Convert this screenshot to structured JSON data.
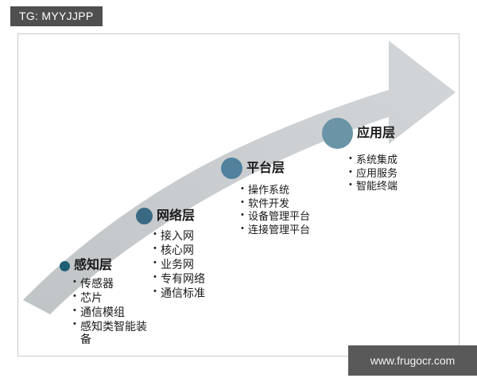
{
  "badge": {
    "text": "TG: MYYJJPP"
  },
  "watermark": {
    "text": "www.frugocr.com"
  },
  "diagram": {
    "arrow_color": "#c9cdcf",
    "groups": [
      {
        "key": "perception",
        "title": "感知层",
        "dot_color": "#1f5f74",
        "dot_size": 13,
        "items": [
          "传感器",
          "芯片",
          "通信模组",
          "感知类智能装备"
        ]
      },
      {
        "key": "network",
        "title": "网络层",
        "dot_color": "#3a6a83",
        "dot_size": 21,
        "items": [
          "接入网",
          "核心网",
          "业务网",
          "专有网络",
          "通信标准"
        ]
      },
      {
        "key": "platform",
        "title": "平台层",
        "dot_color": "#52819d",
        "dot_size": 27,
        "items": [
          "操作系统",
          "软件开发",
          "设备管理平台",
          "连接管理平台"
        ]
      },
      {
        "key": "application",
        "title": "应用层",
        "dot_color": "#6b94a7",
        "dot_size": 39,
        "items": [
          "系统集成",
          "应用服务",
          "智能终端"
        ]
      }
    ]
  }
}
